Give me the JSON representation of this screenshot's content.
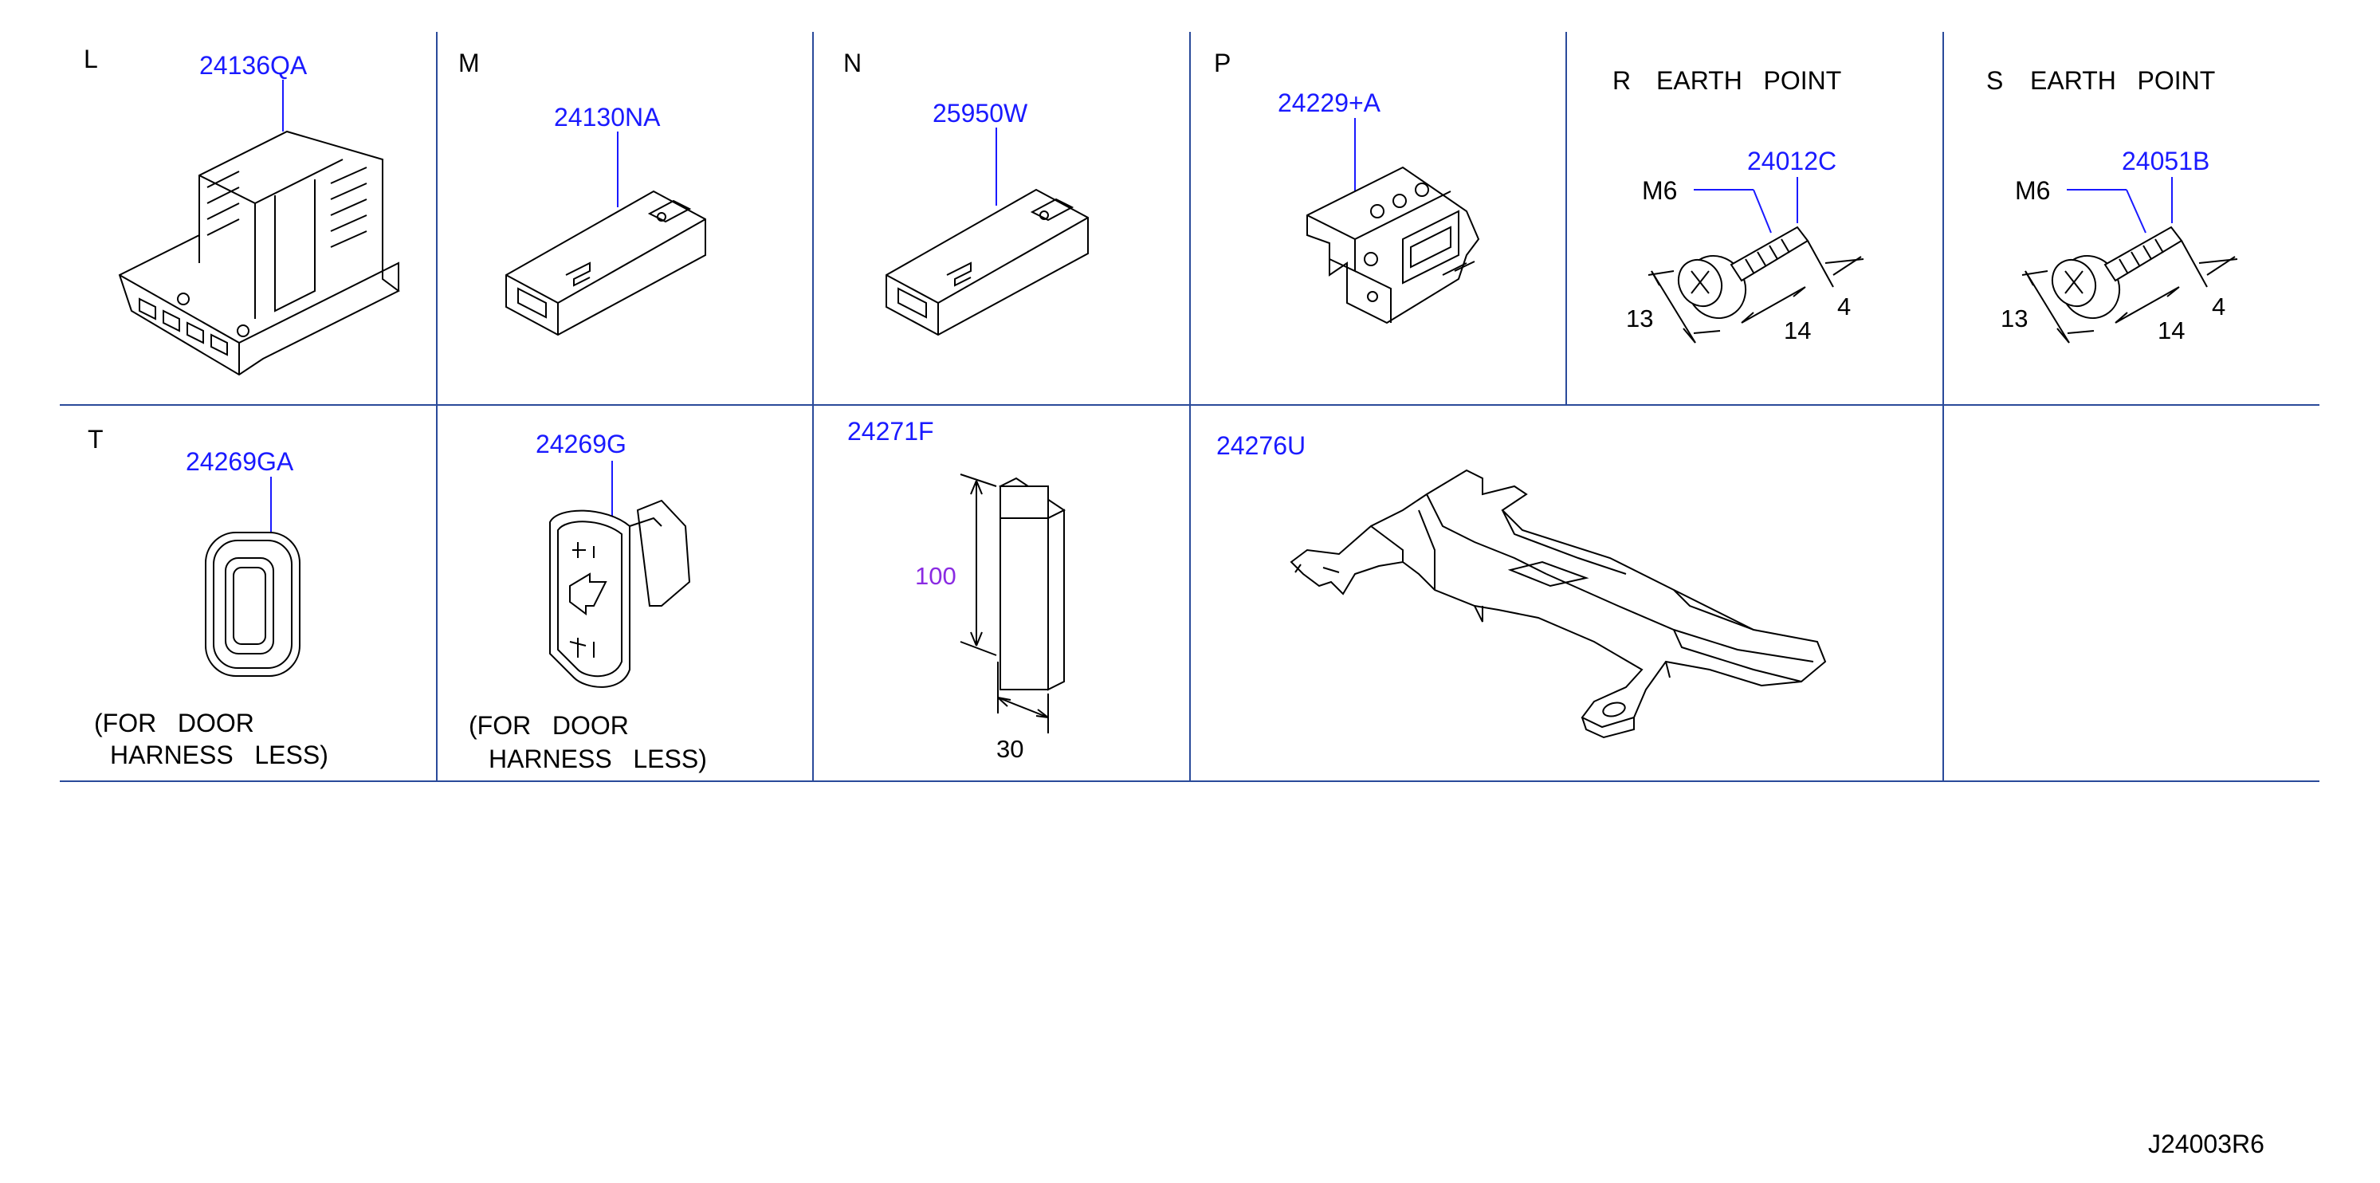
{
  "colors": {
    "grid": "#2a4a9a",
    "part_number": "#1a1aff",
    "dimension_highlight": "#8a2be2",
    "text": "#000000"
  },
  "cells": {
    "L": {
      "letter": "L",
      "part": "24136QA"
    },
    "M": {
      "letter": "M",
      "part": "24130NA"
    },
    "N": {
      "letter": "N",
      "part": "25950W"
    },
    "P": {
      "letter": "P",
      "part": "24229+A"
    },
    "R": {
      "letter": "R",
      "title": "EARTH   POINT",
      "part": "24012C",
      "thread": "M6",
      "dims": [
        "13",
        "14",
        "4"
      ]
    },
    "S": {
      "letter": "S",
      "title": "EARTH   POINT",
      "part": "24051B",
      "thread": "M6",
      "dims": [
        "13",
        "14",
        "4"
      ]
    },
    "T": {
      "letter": "T",
      "part": "24269GA",
      "note1": "(FOR   DOOR",
      "note2": "HARNESS   LESS)"
    },
    "U": {
      "part": "24269G",
      "note1": "(FOR   DOOR",
      "note2": "HARNESS   LESS)"
    },
    "V": {
      "part": "24271F",
      "dim_height": "100",
      "dim_width": "30"
    },
    "W": {
      "part": "24276U"
    }
  },
  "diagram_code": "J24003R6"
}
